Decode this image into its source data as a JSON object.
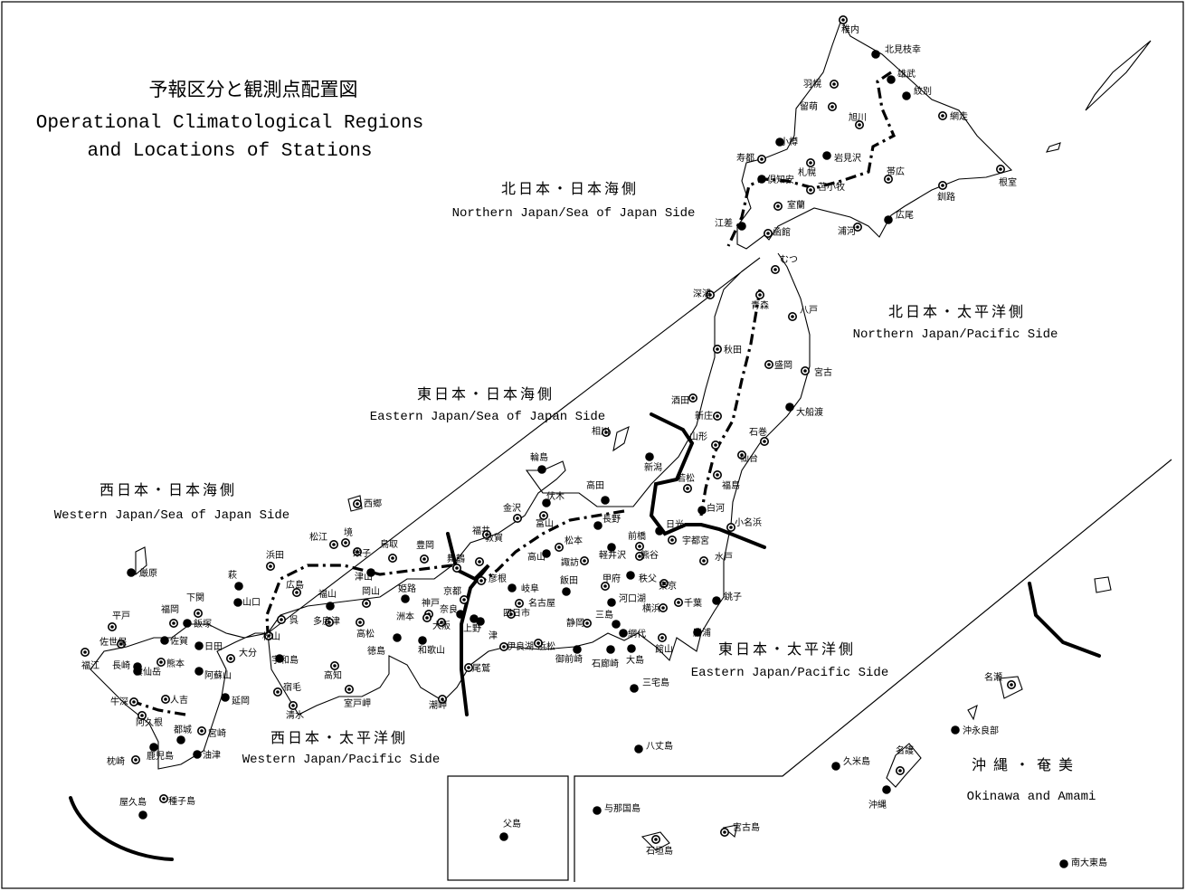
{
  "title": {
    "ja": "予報区分と観測点配置図",
    "en_line1": "Operational Climatological Regions",
    "en_line2": "and Locations of Stations"
  },
  "regions": [
    {
      "ja": "北日本・日本海側",
      "en": "Northern Japan/Sea of Japan Side"
    },
    {
      "ja": "北日本・太平洋側",
      "en": "Northern Japan/Pacific Side"
    },
    {
      "ja": "東日本・日本海側",
      "en": "Eastern Japan/Sea of Japan Side"
    },
    {
      "ja": "東日本・太平洋側",
      "en": "Eastern Japan/Pacific Side"
    },
    {
      "ja": "西日本・日本海側",
      "en": "Western Japan/Sea of Japan Side"
    },
    {
      "ja": "西日本・太平洋側",
      "en": "Western Japan/Pacific Side"
    },
    {
      "ja": "沖縄・奄美",
      "en": "Okinawa and Amami"
    }
  ],
  "stations": [
    {
      "name": "稚内",
      "type": "ring"
    },
    {
      "name": "北見枝幸",
      "type": "dot"
    },
    {
      "name": "雄武",
      "type": "dot"
    },
    {
      "name": "紋別",
      "type": "dot"
    },
    {
      "name": "羽幌",
      "type": "ring"
    },
    {
      "name": "留萌",
      "type": "ring"
    },
    {
      "name": "旭川",
      "type": "ring"
    },
    {
      "name": "網走",
      "type": "ring"
    },
    {
      "name": "小樽",
      "type": "dot"
    },
    {
      "name": "岩見沢",
      "type": "dot"
    },
    {
      "name": "寿都",
      "type": "ring"
    },
    {
      "name": "札幌",
      "type": "ring"
    },
    {
      "name": "倶知安",
      "type": "dot"
    },
    {
      "name": "苫小牧",
      "type": "ring"
    },
    {
      "name": "帯広",
      "type": "ring"
    },
    {
      "name": "根室",
      "type": "ring"
    },
    {
      "name": "室蘭",
      "type": "ring"
    },
    {
      "name": "釧路",
      "type": "ring"
    },
    {
      "name": "広尾",
      "type": "dot"
    },
    {
      "name": "江差",
      "type": "dot"
    },
    {
      "name": "函館",
      "type": "ring"
    },
    {
      "name": "浦河",
      "type": "ring"
    },
    {
      "name": "むつ",
      "type": "ring"
    },
    {
      "name": "深浦",
      "type": "ring"
    },
    {
      "name": "青森",
      "type": "ring"
    },
    {
      "name": "八戸",
      "type": "ring"
    },
    {
      "name": "秋田",
      "type": "ring"
    },
    {
      "name": "盛岡",
      "type": "ring"
    },
    {
      "name": "宮古",
      "type": "ring"
    },
    {
      "name": "酒田",
      "type": "ring"
    },
    {
      "name": "大船渡",
      "type": "dot"
    },
    {
      "name": "新庄",
      "type": "ring"
    },
    {
      "name": "山形",
      "type": "ring"
    },
    {
      "name": "石巻",
      "type": "ring"
    },
    {
      "name": "仙台",
      "type": "ring"
    },
    {
      "name": "相川",
      "type": "ring"
    },
    {
      "name": "新潟",
      "type": "dot"
    },
    {
      "name": "若松",
      "type": "ring"
    },
    {
      "name": "福島",
      "type": "ring"
    },
    {
      "name": "白河",
      "type": "dot"
    },
    {
      "name": "小名浜",
      "type": "ring"
    },
    {
      "name": "輪島",
      "type": "dot"
    },
    {
      "name": "高田",
      "type": "dot"
    },
    {
      "name": "伏木",
      "type": "dot"
    },
    {
      "name": "金沢",
      "type": "ring"
    },
    {
      "name": "富山",
      "type": "ring"
    },
    {
      "name": "長野",
      "type": "dot"
    },
    {
      "name": "日光",
      "type": "dot"
    },
    {
      "name": "宇都宮",
      "type": "ring"
    },
    {
      "name": "福井",
      "type": "ring"
    },
    {
      "name": "前橋",
      "type": "ring"
    },
    {
      "name": "高山",
      "type": "dot"
    },
    {
      "name": "松本",
      "type": "ring"
    },
    {
      "name": "敦賀",
      "type": "ring"
    },
    {
      "name": "軽井沢",
      "type": "dot"
    },
    {
      "name": "熊谷",
      "type": "ring"
    },
    {
      "name": "水戸",
      "type": "ring"
    },
    {
      "name": "彦根",
      "type": "ring"
    },
    {
      "name": "諏訪",
      "type": "ring"
    },
    {
      "name": "秩父",
      "type": "dot"
    },
    {
      "name": "岐阜",
      "type": "dot"
    },
    {
      "name": "飯田",
      "type": "dot"
    },
    {
      "name": "甲府",
      "type": "ring"
    },
    {
      "name": "東京",
      "type": "ring"
    },
    {
      "name": "銚子",
      "type": "dot"
    },
    {
      "name": "名古屋",
      "type": "ring"
    },
    {
      "name": "河口湖",
      "type": "dot"
    },
    {
      "name": "横浜",
      "type": "ring"
    },
    {
      "name": "千葉",
      "type": "ring"
    },
    {
      "name": "四日市",
      "type": "ring"
    },
    {
      "name": "静岡",
      "type": "ring"
    },
    {
      "name": "三島",
      "type": "dot"
    },
    {
      "name": "網代",
      "type": "dot"
    },
    {
      "name": "勝浦",
      "type": "dot"
    },
    {
      "name": "伊良湖",
      "type": "ring"
    },
    {
      "name": "浜松",
      "type": "ring"
    },
    {
      "name": "御前崎",
      "type": "dot"
    },
    {
      "name": "石廊崎",
      "type": "dot"
    },
    {
      "name": "大島",
      "type": "dot"
    },
    {
      "name": "館山",
      "type": "ring"
    },
    {
      "name": "三宅島",
      "type": "dot"
    },
    {
      "name": "八丈島",
      "type": "dot"
    },
    {
      "name": "父島",
      "type": "dot"
    },
    {
      "name": "西郷",
      "type": "ring"
    },
    {
      "name": "松江",
      "type": "ring"
    },
    {
      "name": "境",
      "type": "ring"
    },
    {
      "name": "米子",
      "type": "ring"
    },
    {
      "name": "鳥取",
      "type": "ring"
    },
    {
      "name": "豊岡",
      "type": "ring"
    },
    {
      "name": "舞鶴",
      "type": "ring"
    },
    {
      "name": "浜田",
      "type": "ring"
    },
    {
      "name": "萩",
      "type": "dot"
    },
    {
      "name": "津山",
      "type": "dot"
    },
    {
      "name": "京都",
      "type": "ring"
    },
    {
      "name": "厳原",
      "type": "dot"
    },
    {
      "name": "広島",
      "type": "ring"
    },
    {
      "name": "福山",
      "type": "dot"
    },
    {
      "name": "岡山",
      "type": "ring"
    },
    {
      "name": "姫路",
      "type": "dot"
    },
    {
      "name": "神戸",
      "type": "ring"
    },
    {
      "name": "奈良",
      "type": "dot"
    },
    {
      "name": "津",
      "type": "dot"
    },
    {
      "name": "上野",
      "type": "dot"
    },
    {
      "name": "下関",
      "type": "ring"
    },
    {
      "name": "山口",
      "type": "dot"
    },
    {
      "name": "呉",
      "type": "ring"
    },
    {
      "name": "多度津",
      "type": "ring"
    },
    {
      "name": "高松",
      "type": "ring"
    },
    {
      "name": "洲本",
      "type": "ring"
    },
    {
      "name": "大阪",
      "type": "ring"
    },
    {
      "name": "平戸",
      "type": "ring"
    },
    {
      "name": "福岡",
      "type": "ring"
    },
    {
      "name": "飯塚",
      "type": "dot"
    },
    {
      "name": "松山",
      "type": "ring"
    },
    {
      "name": "徳島",
      "type": "dot"
    },
    {
      "name": "和歌山",
      "type": "dot"
    },
    {
      "name": "佐世保",
      "type": "ring"
    },
    {
      "name": "佐賀",
      "type": "dot"
    },
    {
      "name": "日田",
      "type": "dot"
    },
    {
      "name": "大分",
      "type": "ring"
    },
    {
      "name": "宇和島",
      "type": "dot"
    },
    {
      "name": "尾鷲",
      "type": "ring"
    },
    {
      "name": "福江",
      "type": "ring"
    },
    {
      "name": "長崎",
      "type": "dot"
    },
    {
      "name": "熊本",
      "type": "ring"
    },
    {
      "name": "阿蘇山",
      "type": "dot"
    },
    {
      "name": "宿毛",
      "type": "ring"
    },
    {
      "name": "高知",
      "type": "ring"
    },
    {
      "name": "雲仙岳",
      "type": "dot"
    },
    {
      "name": "人吉",
      "type": "ring"
    },
    {
      "name": "延岡",
      "type": "dot"
    },
    {
      "name": "清水",
      "type": "ring"
    },
    {
      "name": "室戸岬",
      "type": "ring"
    },
    {
      "name": "潮岬",
      "type": "ring"
    },
    {
      "name": "牛深",
      "type": "ring"
    },
    {
      "name": "阿久根",
      "type": "ring"
    },
    {
      "name": "都城",
      "type": "dot"
    },
    {
      "name": "宮崎",
      "type": "ring"
    },
    {
      "name": "枕崎",
      "type": "ring"
    },
    {
      "name": "鹿児島",
      "type": "dot"
    },
    {
      "name": "油津",
      "type": "dot"
    },
    {
      "name": "屋久島",
      "type": "dot"
    },
    {
      "name": "種子島",
      "type": "ring"
    },
    {
      "name": "与那国島",
      "type": "dot"
    },
    {
      "name": "石垣島",
      "type": "ring"
    },
    {
      "name": "宮古島",
      "type": "ring"
    },
    {
      "name": "久米島",
      "type": "dot"
    },
    {
      "name": "名護",
      "type": "ring"
    },
    {
      "name": "沖縄",
      "type": "dot"
    },
    {
      "name": "名瀬",
      "type": "ring"
    },
    {
      "name": "沖永良部",
      "type": "dot"
    },
    {
      "name": "南大東島",
      "type": "dot"
    }
  ]
}
